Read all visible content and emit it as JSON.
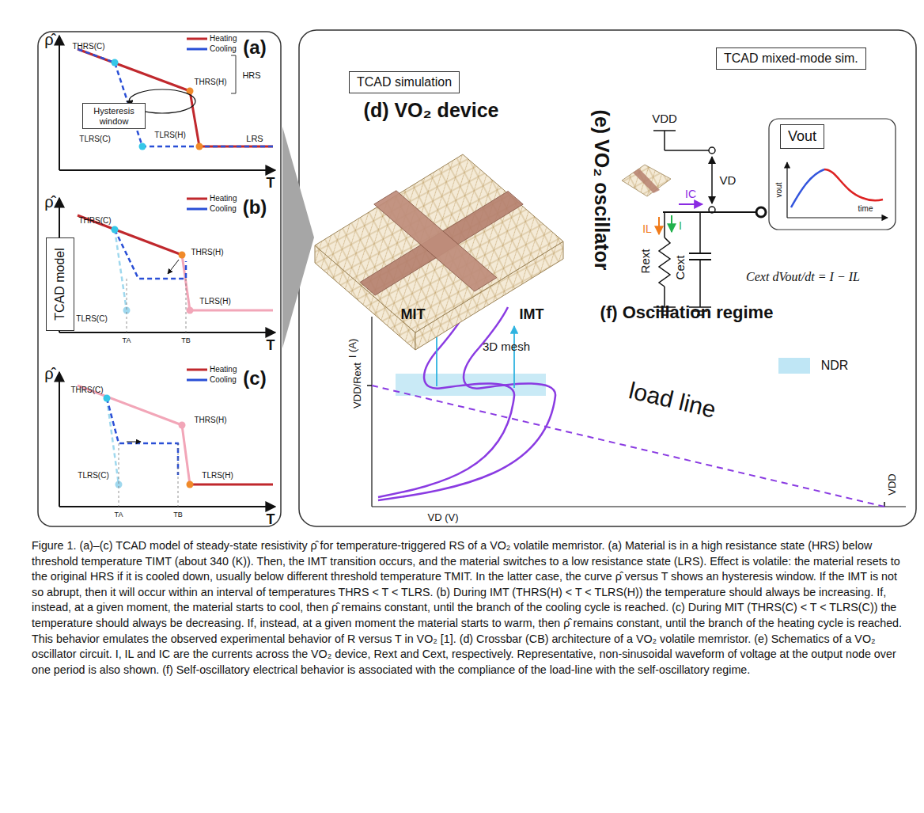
{
  "diagram": {
    "caption": "Figure 1. (a)–(c) TCAD model of steady-state resistivity ρ̂ for temperature-triggered RS of a VO₂ volatile memristor. (a) Material is in a high resistance state (HRS) below threshold temperature TIMT (about 340 (K)). Then, the IMT transition occurs, and the material switches to a low resistance state (LRS). Effect is volatile: the material resets to the original HRS if it is cooled down, usually below different threshold temperature TMIT. In the latter case, the curve ρ̂ versus T shows an hysteresis window. If the IMT is not so abrupt, then it will occur within an interval of temperatures THRS < T < TLRS. (b) During IMT (THRS(H) < T < TLRS(H)) the temperature should always be increasing. If, instead, at a given moment, the material starts to cool, then ρ̂ remains constant, until the branch of the cooling cycle is reached. (c) During MIT (THRS(C) < T < TLRS(C)) the temperature should always be decreasing. If, instead, at a given moment the material starts to warm, then ρ̂ remains constant, until the branch of the heating cycle is reached. This behavior emulates the observed experimental behavior of R versus T in VO₂ [1]. (d) Crossbar (CB) architecture of a VO₂ volatile memristor. (e) Schematics of a VO₂ oscillator circuit. I, IL and IC are the currents across the VO₂ device, Rext and Cext, respectively. Representative, non-sinusoidal waveform of voltage at the output node over one period is also shown. (f) Self-oscillatory electrical behavior is associated with the compliance of the load-line with the self-oscillatory regime.",
    "nodes": [
      {
        "text": [
          "TCAD model"
        ]
      },
      {
        "text": [
          "Hysteresis window"
        ]
      },
      {
        "text": [
          "TCAD simulation"
        ]
      },
      {
        "text": [
          "TCAD mixed-mode sim."
        ]
      },
      {
        "text": [
          "Vout"
        ]
      }
    ],
    "labels": [
      "(a)",
      "ρ̂",
      "T",
      "THRS(C)",
      "THRS(H)",
      "TLRS(C)",
      "TLRS(H)",
      "HRS",
      "LRS",
      "(b)",
      "ρ̂",
      "T",
      "THRS(C)",
      "THRS(H)",
      "TLRS(C)",
      "TLRS(H)",
      "TA",
      "TB",
      "(c)",
      "ρ̂",
      "T",
      "THRS(C)",
      "THRS(H)",
      "TLRS(C)",
      "TLRS(H)",
      "TA",
      "TB",
      "(d) VO₂ device",
      "3D mesh",
      "(e) VO₂ oscillator",
      "VDD",
      "VD",
      "I",
      "IL",
      "IC",
      "Rext",
      "Cext",
      "vout",
      "time",
      "Cext dVout/dt = I − IL",
      "(f) Oscillation regime",
      "MIT",
      "IMT",
      "NDR",
      "load line",
      "I (A)",
      "VDD/Rext",
      "VD (V)",
      "VDD"
    ],
    "legend": [
      {
        "text": "Heating"
      },
      {
        "text": "Cooling"
      },
      {
        "text": "Heating"
      },
      {
        "text": "Cooling"
      },
      {
        "text": "Heating"
      },
      {
        "text": "Cooling"
      }
    ]
  }
}
